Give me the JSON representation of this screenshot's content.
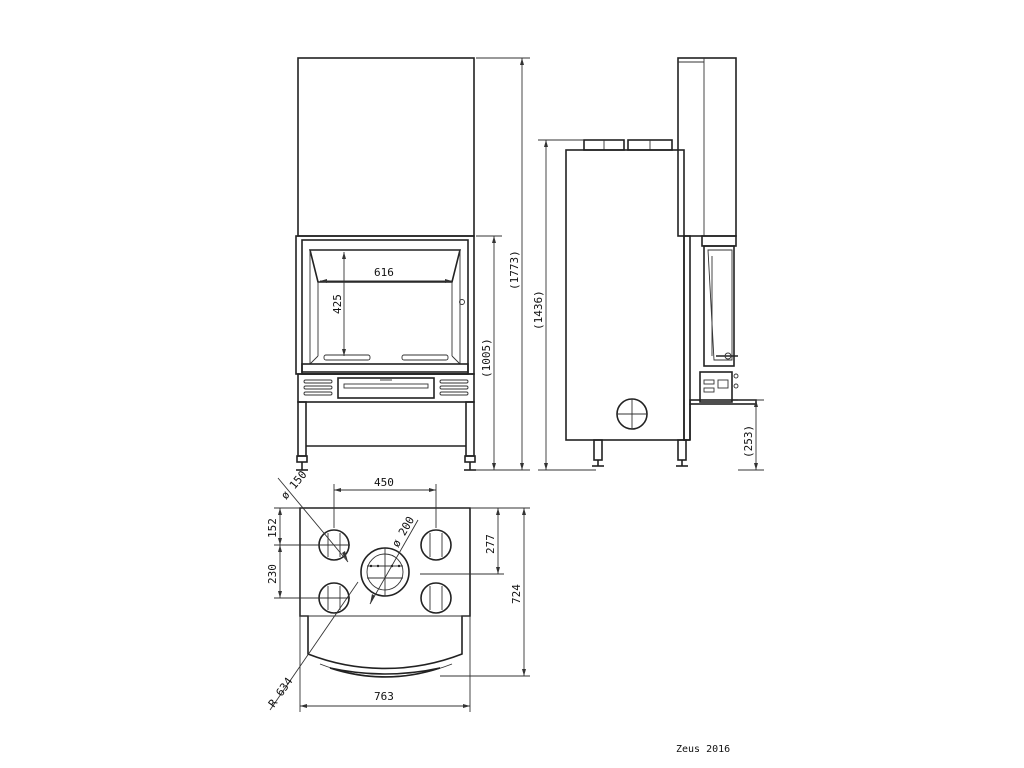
{
  "dimensions": {
    "front_window_width": "616",
    "front_window_height": "425",
    "front_total_height": "(1773)",
    "front_opening_height": "(1005)",
    "side_body_height": "(1436)",
    "side_leg_height": "(253)",
    "top_spacing": "450",
    "top_dia_outlet": "ø 150",
    "top_dia_center": "ø 200",
    "top_front_offset": "152",
    "top_spacing_vertical": "230",
    "top_rear_offset": "277",
    "top_depth": "724",
    "top_width": "763",
    "top_radius": "R 634"
  },
  "caption": "Zeus 2016"
}
